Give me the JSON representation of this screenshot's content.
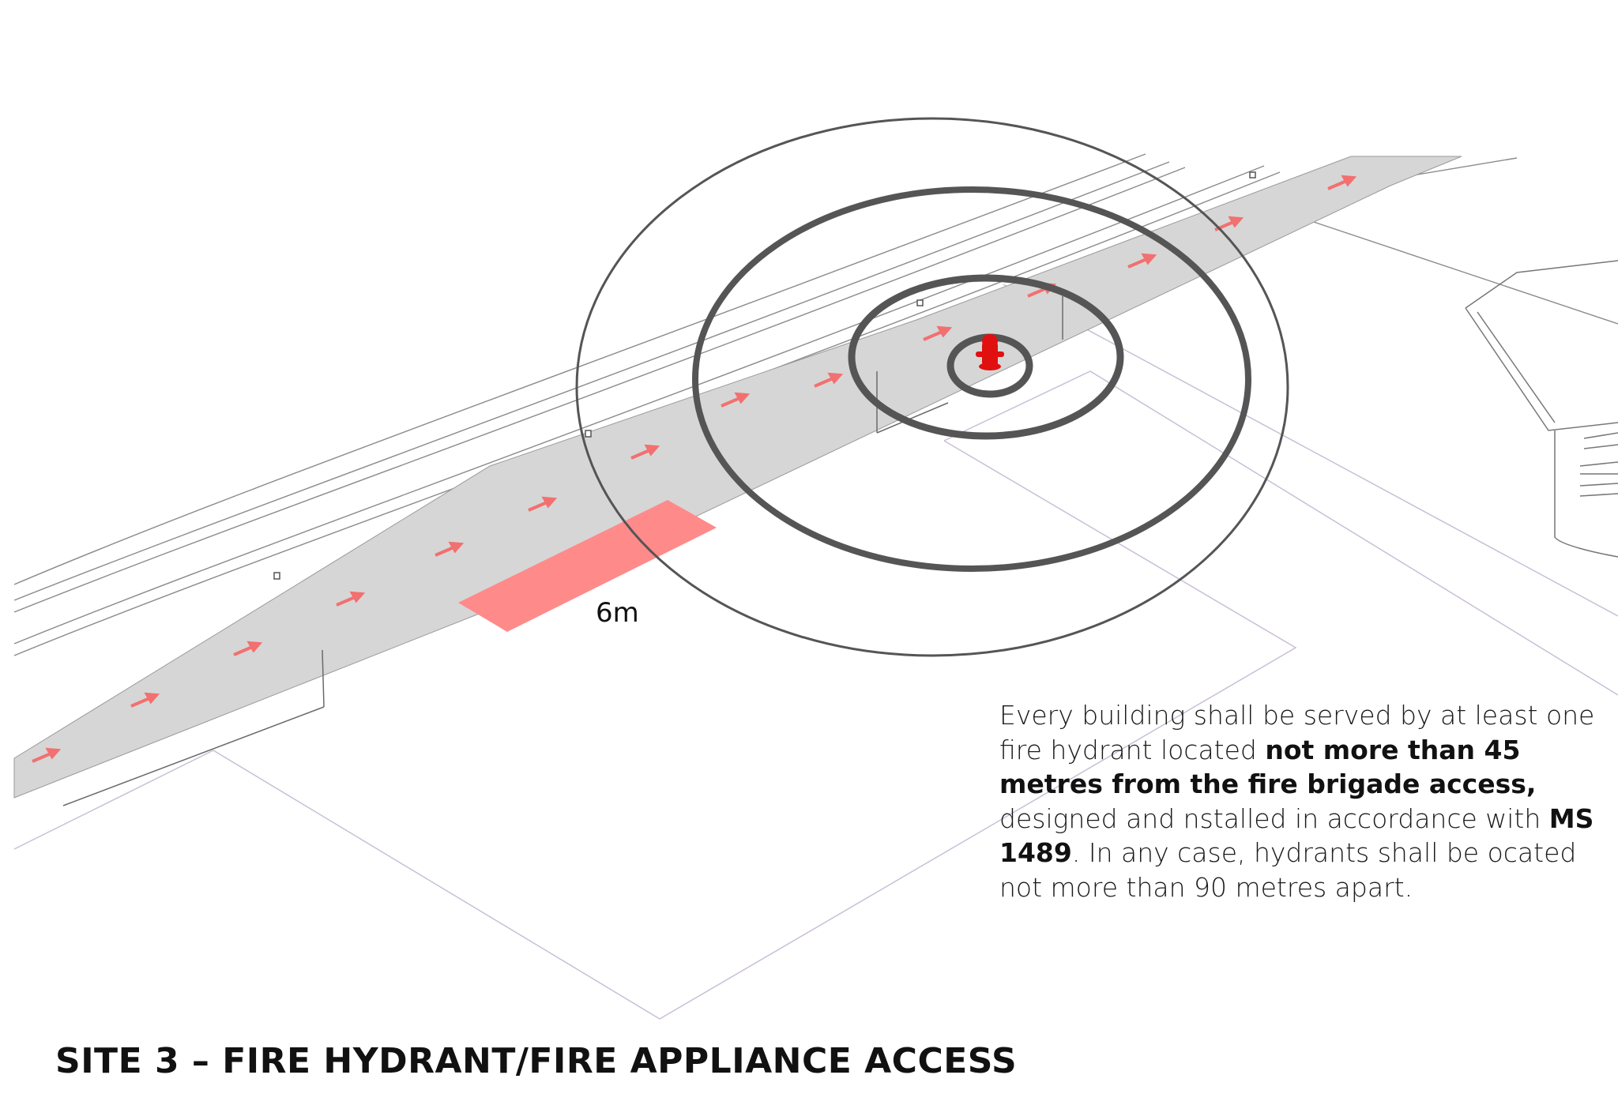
{
  "diagram": {
    "dimension_label": "6m",
    "note": {
      "part1": "Every building shall be served by at least one fire hydrant located ",
      "bold1": "not more than 45 metres from the fire brigade access,",
      "part2": " designed and nstalled in accordance with ",
      "bold2": "MS 1489",
      "part3": ".  In any case, hydrants shall be ocated not more than 90 metres apart."
    },
    "title": "SITE 3 – FIRE HYDRANT/FIRE APPLIANCE ACCESS",
    "colors": {
      "hydrant": "#e01010",
      "access_zone": "#ff8a8a",
      "road": "#d6d6d6",
      "arrow": "#f27070",
      "ring": "#555555"
    }
  }
}
